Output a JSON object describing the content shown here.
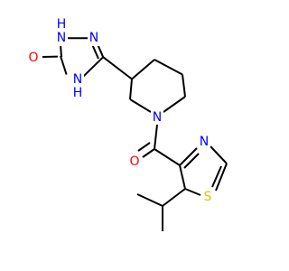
{
  "structure": {
    "atoms": {
      "hydroxy_o": {
        "text": "O",
        "color": "#ff0000"
      },
      "triazole_n1h": {
        "text": "N",
        "color": "#0000ff",
        "h_text": "H",
        "h_color": "#0000ff"
      },
      "triazole_n2": {
        "text": "N",
        "color": "#0000ff"
      },
      "triazole_n4h": {
        "text": "N",
        "color": "#0000ff",
        "h_text": "H",
        "h_color": "#0000ff"
      },
      "piperidine_n": {
        "text": "N",
        "color": "#0000ff"
      },
      "carbonyl_o": {
        "text": "O",
        "color": "#ff0000"
      },
      "thiazole_n": {
        "text": "N",
        "color": "#0000ff"
      },
      "thiazole_s": {
        "text": "S",
        "color": "#cccc00"
      }
    },
    "bond_color": "#000000"
  }
}
